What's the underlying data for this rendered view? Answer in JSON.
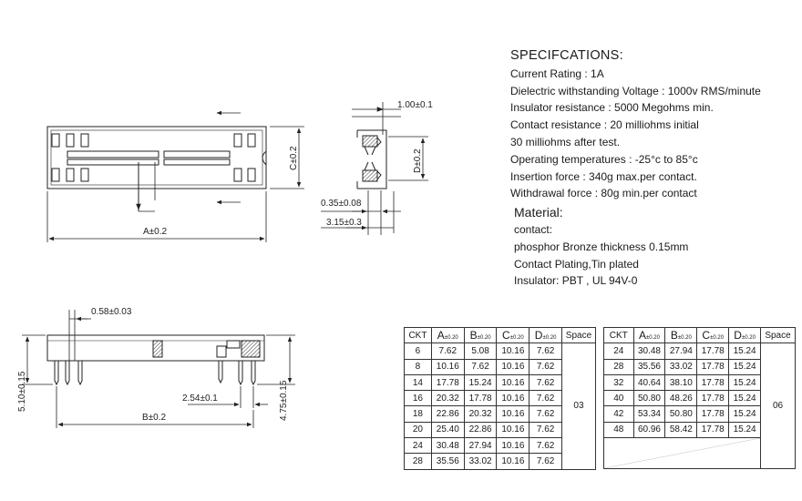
{
  "specs": {
    "title": "SPECIFCATIONS:",
    "lines": [
      "Current Rating : 1A",
      "Dielectric withstanding Voltage : 1000v RMS/minute",
      "Insulator resistance : 5000 Megohms  min.",
      "Contact resistance : 20 milliohms initial",
      "30 milliohms after test.",
      "Operating temperatures : -25°c to 85°c",
      "Insertion force : 340g max.per contact.",
      "Withdrawal force : 80g min.per contact"
    ],
    "material_title": "Material:",
    "material_lines": [
      "contact:",
      "phosphor Bronze thickness 0.15mm",
      "Contact Plating,Tin plated",
      "Insulator: PBT , UL 94V-0"
    ]
  },
  "dims": {
    "c": "C±0.2",
    "a": "A±0.2",
    "thickness_top": "1.00±0.1",
    "d": "D±0.2",
    "pin_width": "0.35±0.08",
    "body_offset": "3.15±0.3",
    "pin_gap": "0.58±0.03",
    "height_left": "5.10±0.15",
    "pitch": "2.54±0.1",
    "height_right": "4.75±0.15",
    "b": "B±0.2"
  },
  "table": {
    "headers": {
      "ckt": "CKT",
      "a": "A",
      "a_tol": "±0.20",
      "b": "B",
      "b_tol": "±0.20",
      "c": "C",
      "c_tol": "±0.20",
      "d": "D",
      "d_tol": "±0.20",
      "space": "Space"
    },
    "left_rows": [
      [
        "6",
        "7.62",
        "5.08",
        "10.16",
        "7.62"
      ],
      [
        "8",
        "10.16",
        "7.62",
        "10.16",
        "7.62"
      ],
      [
        "14",
        "17.78",
        "15.24",
        "10.16",
        "7.62"
      ],
      [
        "16",
        "20.32",
        "17.78",
        "10.16",
        "7.62"
      ],
      [
        "18",
        "22.86",
        "20.32",
        "10.16",
        "7.62"
      ],
      [
        "20",
        "25.40",
        "22.86",
        "10.16",
        "7.62"
      ],
      [
        "24",
        "30.48",
        "27.94",
        "10.16",
        "7.62"
      ],
      [
        "28",
        "35.56",
        "33.02",
        "10.16",
        "7.62"
      ]
    ],
    "left_space": "03",
    "right_rows": [
      [
        "24",
        "30.48",
        "27.94",
        "17.78",
        "15.24"
      ],
      [
        "28",
        "35.56",
        "33.02",
        "17.78",
        "15.24"
      ],
      [
        "32",
        "40.64",
        "38.10",
        "17.78",
        "15.24"
      ],
      [
        "40",
        "50.80",
        "48.26",
        "17.78",
        "15.24"
      ],
      [
        "42",
        "53.34",
        "50.80",
        "17.78",
        "15.24"
      ],
      [
        "48",
        "60.96",
        "58.42",
        "17.78",
        "15.24"
      ]
    ],
    "right_space": "06"
  }
}
